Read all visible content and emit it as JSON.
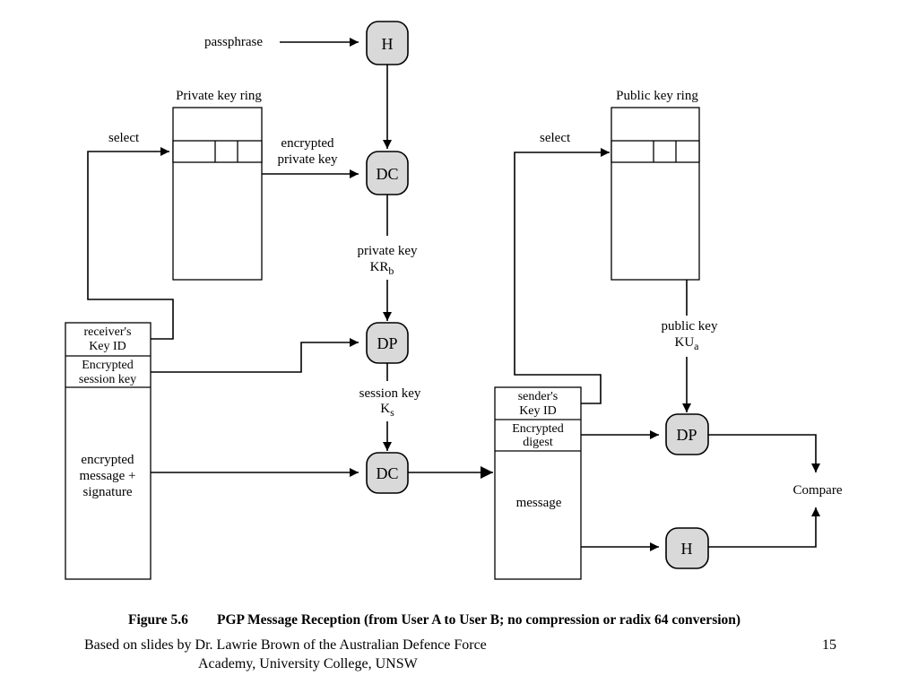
{
  "diagram": {
    "labels": {
      "passphrase": "passphrase",
      "private_key_ring": "Private key ring",
      "public_key_ring": "Public key ring",
      "select_left": "select",
      "select_right": "select",
      "encrypted_private_key_1": "encrypted",
      "encrypted_private_key_2": "private key",
      "private_key_1": "private key",
      "private_key_2": "KR",
      "private_key_sub": "b",
      "session_key_1": "session key",
      "session_key_2": "K",
      "session_key_sub": "s",
      "public_key_1": "public key",
      "public_key_2": "KU",
      "public_key_sub": "a",
      "compare": "Compare"
    },
    "nodes": {
      "h_top": "H",
      "dc_top": "DC",
      "dp_left": "DP",
      "dc_bottom": "DC",
      "dp_right": "DP",
      "h_bottom": "H"
    },
    "incoming_message": {
      "receiver_key_id_1": "receiver's",
      "receiver_key_id_2": "Key ID",
      "encrypted_session_key_1": "Encrypted",
      "encrypted_session_key_2": "session key",
      "body_1": "encrypted",
      "body_2": "message +",
      "body_3": "signature"
    },
    "decrypted_message": {
      "sender_key_id_1": "sender's",
      "sender_key_id_2": "Key ID",
      "encrypted_digest_1": "Encrypted",
      "encrypted_digest_2": "digest",
      "body": "message"
    },
    "caption_number": "Figure 5.6",
    "caption_text": "PGP Message Reception (from User A to User B; no compression or radix 64 conversion)"
  },
  "footer": {
    "credit_line1": "Based on slides by Dr. Lawrie Brown of the Australian Defence Force",
    "credit_line2": "Academy, University College, UNSW",
    "page_number": "15"
  }
}
